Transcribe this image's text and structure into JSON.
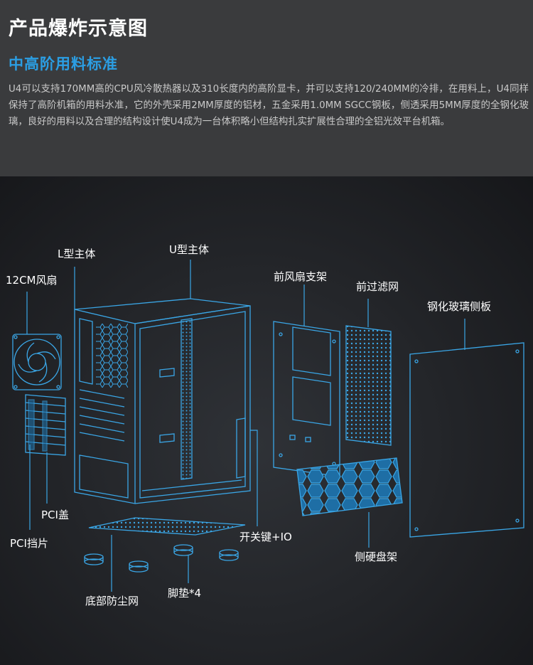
{
  "header": {
    "title": "产品爆炸示意图",
    "subtitle": "中高阶用料标准",
    "description": "U4可以支持170MM高的CPU风冷散热器以及310长度内的高阶显卡，并可以支持120/240MM的冷排，在用料上，U4同样保持了高阶机箱的用料水准，它的外壳采用2MM厚度的铝材，五金采用1.0MM SGCC钢板，侧透采用5MM厚度的全钢化玻璃，良好的用料以及合理的结构设计使U4成为一台体积略小但结构扎实扩展性合理的全铝光效平台机箱。"
  },
  "labels": {
    "l_body": "L型主体",
    "u_body": "U型主体",
    "fan_12cm": "12CM风扇",
    "front_fan_bracket": "前风扇支架",
    "front_filter": "前过滤网",
    "glass_panel": "钢化玻璃侧板",
    "pci_cover": "PCI盖",
    "pci_slot": "PCI挡片",
    "power_io": "开关键+IO",
    "hdd_tray": "侧硬盘架",
    "bottom_filter": "底部防尘网",
    "feet": "脚垫*4"
  },
  "colors": {
    "header_bg": "#3a3b3d",
    "accent_blue": "#2b9ee3",
    "line_blue": "#3aa6e6",
    "diagram_bg": "#1d1f23"
  }
}
